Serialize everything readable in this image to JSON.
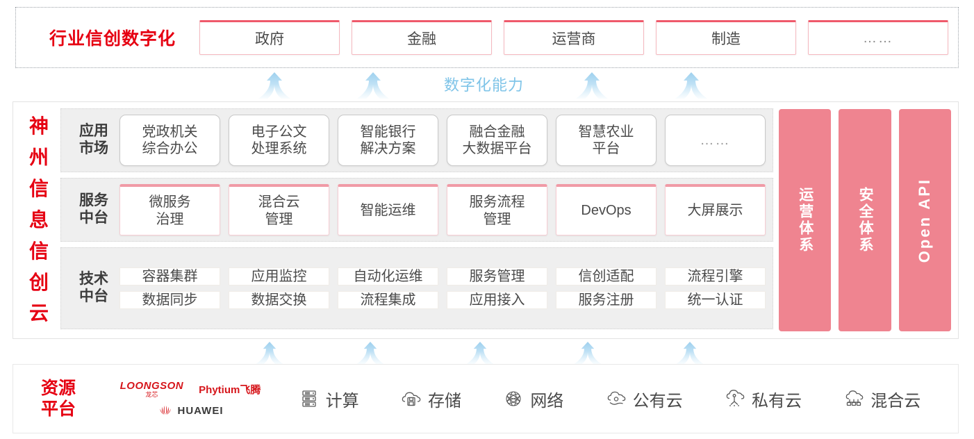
{
  "industry": {
    "title": "行业信创数字化",
    "cards": [
      {
        "label": "政府"
      },
      {
        "label": "金融"
      },
      {
        "label": "运营商"
      },
      {
        "label": "制造"
      },
      {
        "label": "……"
      }
    ]
  },
  "capability": {
    "label": "数字化能力",
    "arrow_icon": "up-arrow-icon",
    "arrow_count_top": 4,
    "arrow_count_bottom": 5
  },
  "cloud": {
    "title": "神州信息信创云",
    "title_chars": [
      "神",
      "州",
      "信",
      "息",
      "信",
      "创",
      "云"
    ],
    "layers": [
      {
        "name": "app-market",
        "label_lines": [
          "应用",
          "市场"
        ],
        "cells": [
          {
            "lines": [
              "党政机关",
              "综合办公"
            ]
          },
          {
            "lines": [
              "电子公文",
              "处理系统"
            ]
          },
          {
            "lines": [
              "智能银行",
              "解决方案"
            ]
          },
          {
            "lines": [
              "融合金融",
              "大数据平台"
            ]
          },
          {
            "lines": [
              "智慧农业",
              "平台"
            ]
          },
          {
            "lines": [
              "……"
            ],
            "ellipsis": true
          }
        ]
      },
      {
        "name": "service-platform",
        "label_lines": [
          "服务",
          "中台"
        ],
        "cells": [
          {
            "lines": [
              "微服务",
              "治理"
            ]
          },
          {
            "lines": [
              "混合云",
              "管理"
            ]
          },
          {
            "lines": [
              "智能运维"
            ]
          },
          {
            "lines": [
              "服务流程",
              "管理"
            ]
          },
          {
            "lines": [
              "DevOps"
            ]
          },
          {
            "lines": [
              "大屏展示"
            ]
          }
        ]
      },
      {
        "name": "tech-platform",
        "label_lines": [
          "技术",
          "中台"
        ],
        "rows": [
          [
            "容器集群",
            "应用监控",
            "自动化运维",
            "服务管理",
            "信创适配",
            "流程引擎"
          ],
          [
            "数据同步",
            "数据交换",
            "流程集成",
            "应用接入",
            "服务注册",
            "统一认证"
          ]
        ]
      }
    ],
    "pillars": [
      {
        "name": "operations-system",
        "label": "运营体系",
        "latin": false
      },
      {
        "name": "security-system",
        "label": "安全体系",
        "latin": false
      },
      {
        "name": "open-api",
        "label": "Open API",
        "latin": true
      }
    ]
  },
  "resource": {
    "title_lines": [
      "资源",
      "平台"
    ],
    "vendors": [
      {
        "name": "loongson-logo",
        "main": "LOONGSON",
        "sub": "龙芯"
      },
      {
        "name": "phytium-logo",
        "main": "Phytium飞腾"
      },
      {
        "name": "huawei-logo",
        "main": "HUAWEI"
      }
    ],
    "items": [
      {
        "label": "计算",
        "icon": "server-rack-icon"
      },
      {
        "label": "存储",
        "icon": "cloud-storage-icon"
      },
      {
        "label": "网络",
        "icon": "network-mesh-icon"
      },
      {
        "label": "公有云",
        "icon": "public-cloud-icon"
      },
      {
        "label": "私有云",
        "icon": "private-cloud-icon"
      },
      {
        "label": "混合云",
        "icon": "hybrid-cloud-icon"
      }
    ]
  },
  "colors": {
    "brand_red": "#e60012",
    "card_accent": "#ef5a6b",
    "pillar_pink": "#ef8490",
    "arrow_blue": "#a9d8f0",
    "capability_blue": "#7fc4e8"
  }
}
